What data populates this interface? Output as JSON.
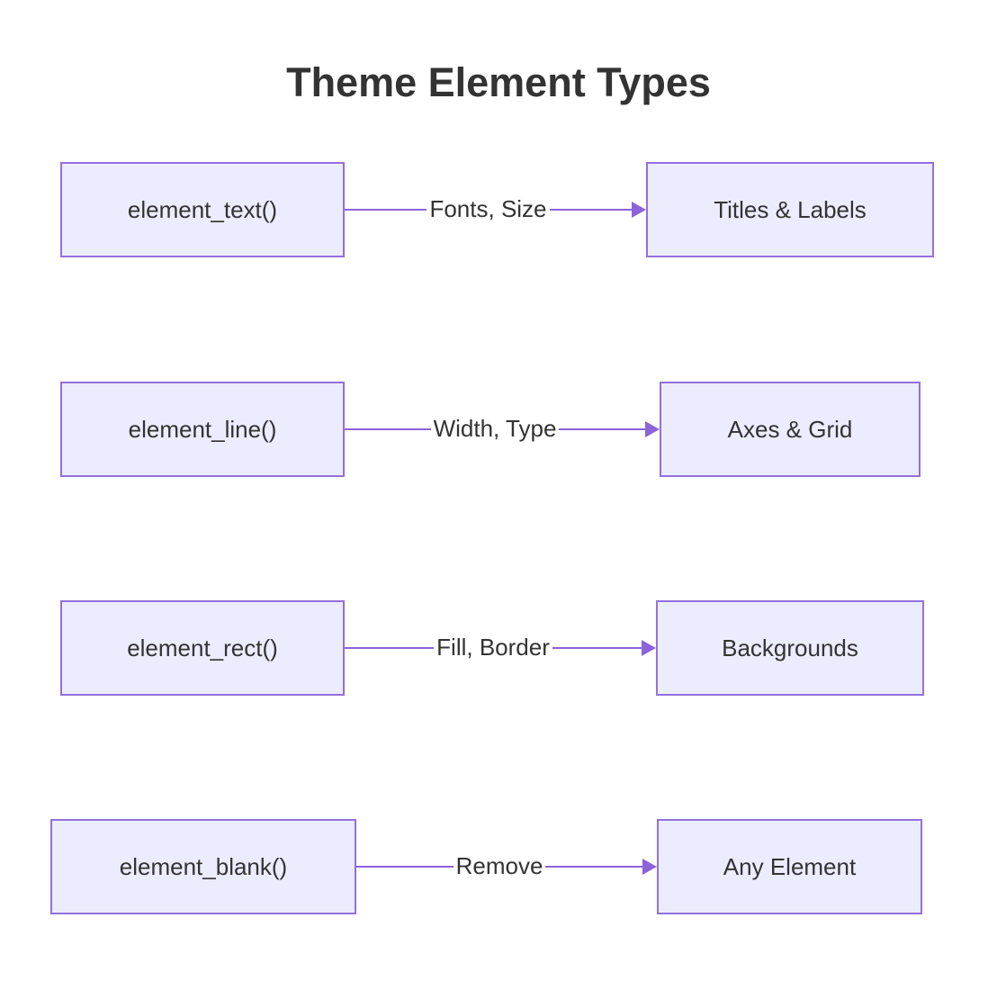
{
  "title": "Theme Element Types",
  "colors": {
    "node_fill": "#ECECFF",
    "node_border": "#9370DB",
    "line": "#8C63D9",
    "text": "#333333",
    "background": "#FFFFFF"
  },
  "rows": [
    {
      "source": "element_text()",
      "label": "Fonts, Size",
      "target": "Titles & Labels"
    },
    {
      "source": "element_line()",
      "label": "Width, Type",
      "target": "Axes & Grid"
    },
    {
      "source": "element_rect()",
      "label": "Fill, Border",
      "target": "Backgrounds"
    },
    {
      "source": "element_blank()",
      "label": "Remove",
      "target": "Any Element"
    }
  ]
}
